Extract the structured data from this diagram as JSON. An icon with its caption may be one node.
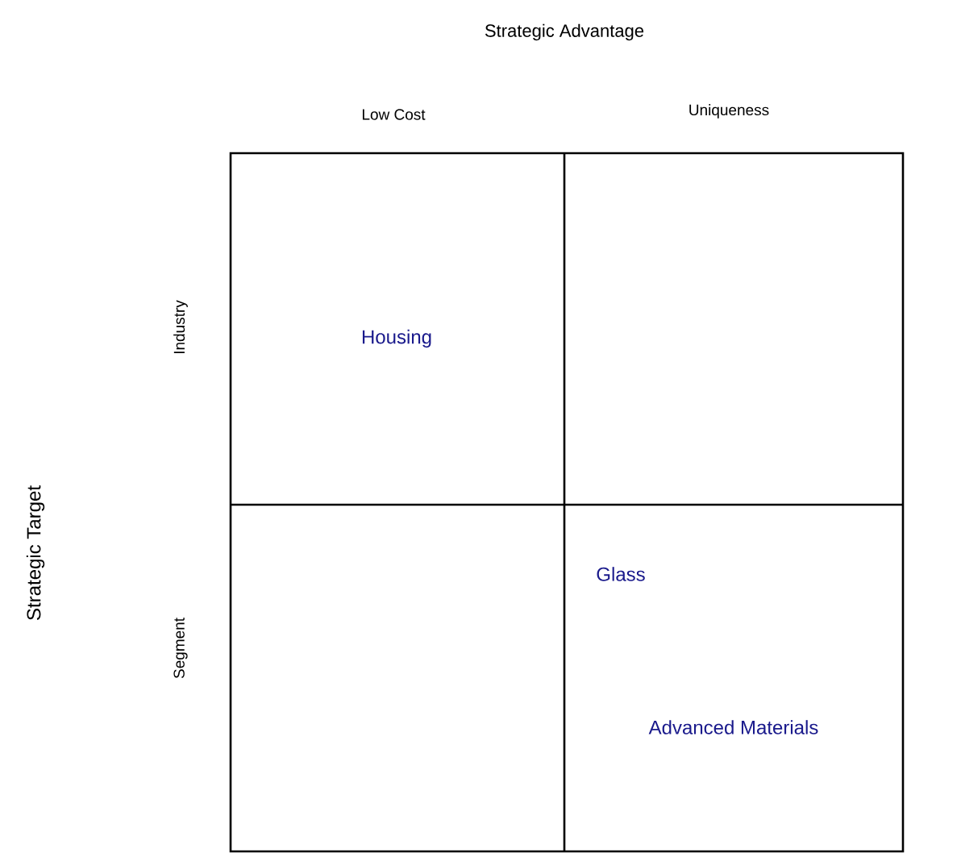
{
  "diagram": {
    "labels": [
      "Strategic Advantage",
      "Low Cost",
      "Uniqueness",
      "Strategic Target",
      "Industry",
      "Segment",
      "Housing",
      "Glass",
      "Advanced Materials"
    ]
  }
}
